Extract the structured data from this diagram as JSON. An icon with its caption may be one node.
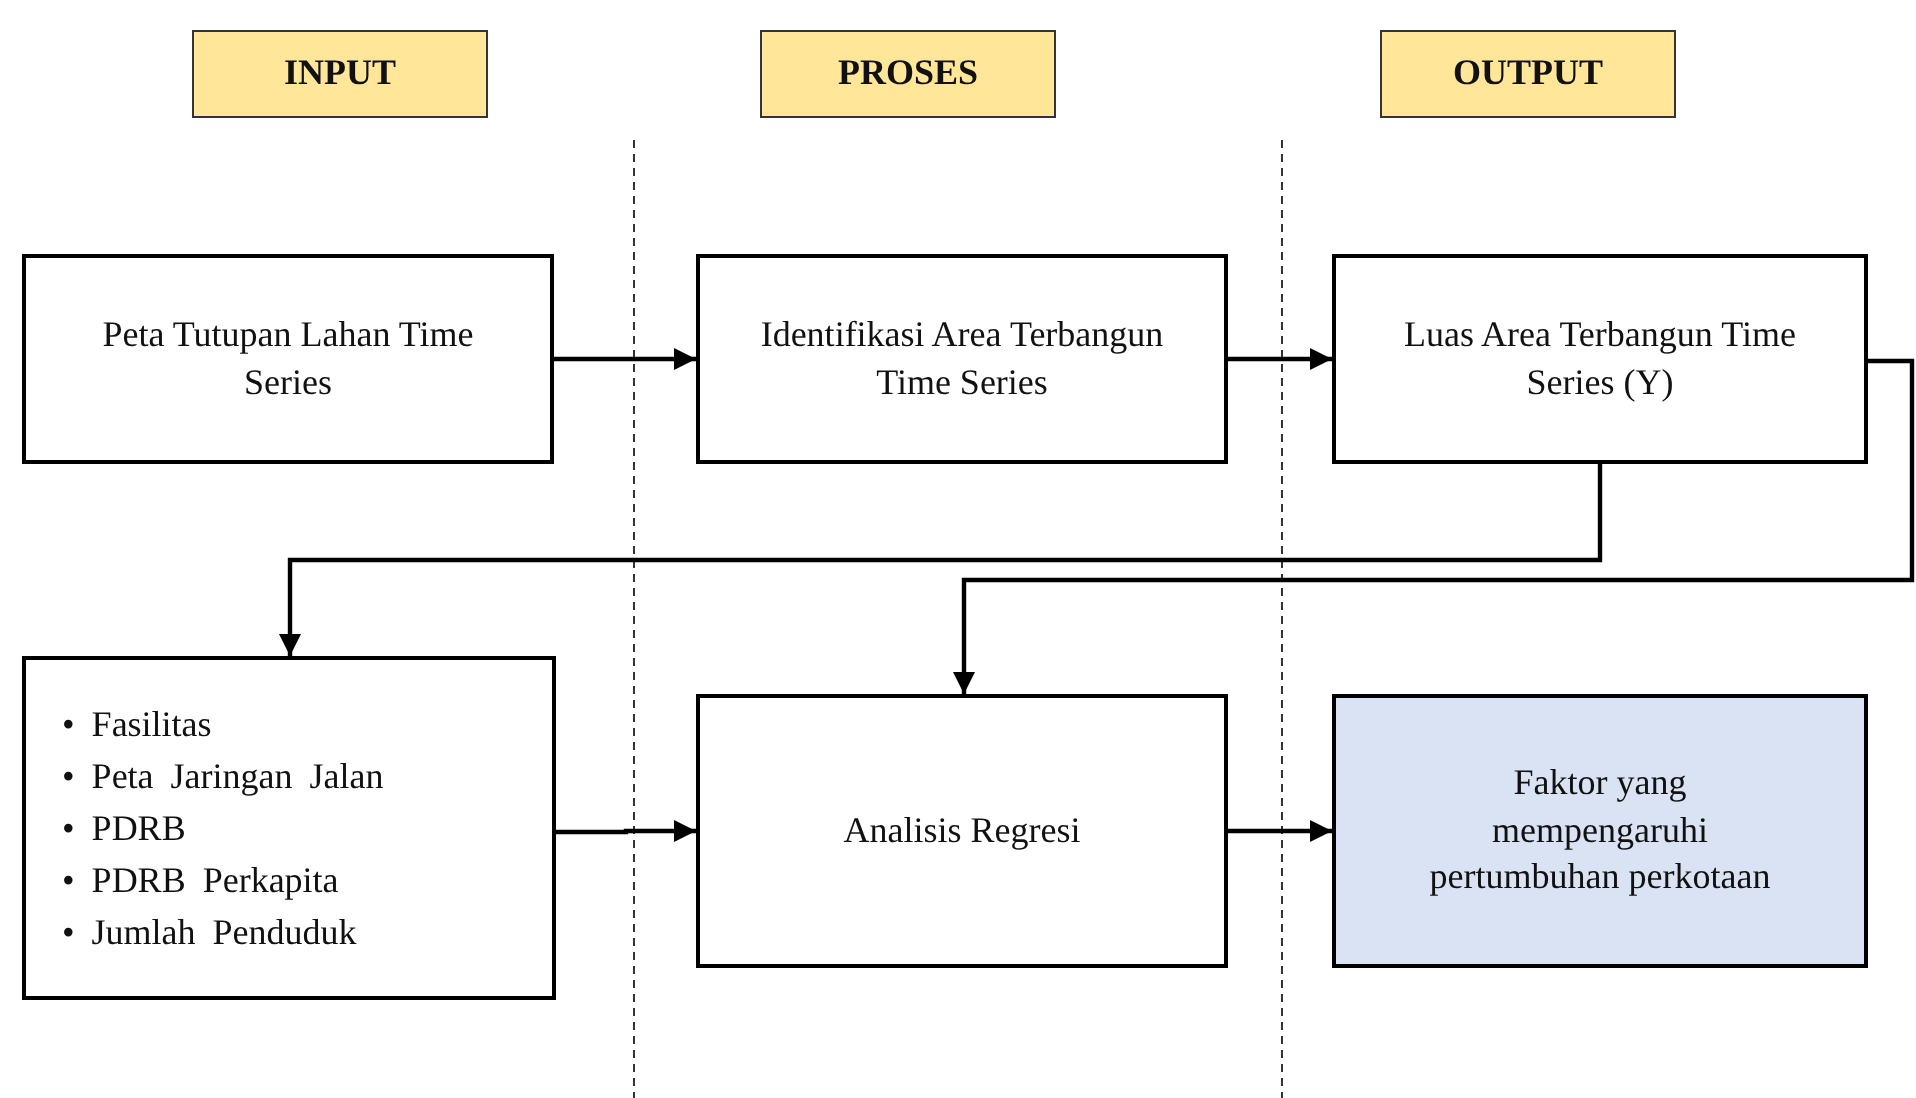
{
  "diagram": {
    "nodes": [
      {
        "text": [
          "INPUT"
        ]
      },
      {
        "text": [
          "PROSES"
        ]
      },
      {
        "text": [
          "OUTPUT"
        ]
      },
      {
        "text": [
          "Peta Tutupan Lahan Time Series"
        ]
      },
      {
        "text": [
          "Identifikasi Area Terbangun Time Series"
        ]
      },
      {
        "text": [
          "Luas Area Terbangun Time Series (Y)"
        ]
      },
      {
        "text": [
          "• Fasilitas",
          "• Peta Jaringan Jalan",
          "• PDRB",
          "• PDRB Perkapita",
          "• Jumlah Penduduk"
        ]
      },
      {
        "text": [
          "Analisis Regresi"
        ]
      },
      {
        "text": [
          "Faktor yang mempengaruhi pertumbuhan perkotaan"
        ]
      }
    ],
    "edges": [
      {
        "from": 3,
        "to": 4,
        "arrow": "to"
      },
      {
        "from": 4,
        "to": 5,
        "arrow": "to"
      },
      {
        "from": 5,
        "to": 6,
        "arrow": "to"
      },
      {
        "from": 5,
        "to": 7,
        "arrow": "to"
      },
      {
        "from": 6,
        "to": 7,
        "arrow": "to"
      },
      {
        "from": 7,
        "to": 8,
        "arrow": "to"
      }
    ]
  }
}
